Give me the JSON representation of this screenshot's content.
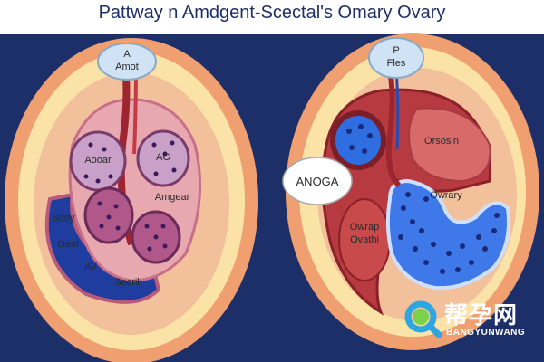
{
  "title": "Pattway n Amdgent-Scectal's Omary Ovary",
  "left": {
    "top_label": "A\nAmot",
    "labels": {
      "upper_left": "Aooar",
      "upper_right": "AG",
      "middle_right": "Amgear",
      "side_1": "Sooy",
      "side_2": "Geal",
      "side_3": "AV",
      "bottom": "Secril"
    }
  },
  "right": {
    "top_label": "P\nFles",
    "callout": "ANOGA",
    "labels": {
      "upper_right": "Orsosin",
      "middle_right": "Owrary",
      "left_1": "Owrap",
      "left_2": "Ovathi"
    }
  },
  "watermark": {
    "chinese": "帮孕网",
    "english": "BANGYUNWANG"
  },
  "colors": {
    "background": "#1d2f68",
    "outer_ring": "#f0a070",
    "inner_fat": "#fbe3a8",
    "tissue_pink": "#e8a8b0",
    "follicle_blue": "#2f6ee0",
    "dark_red": "#9c2530"
  }
}
